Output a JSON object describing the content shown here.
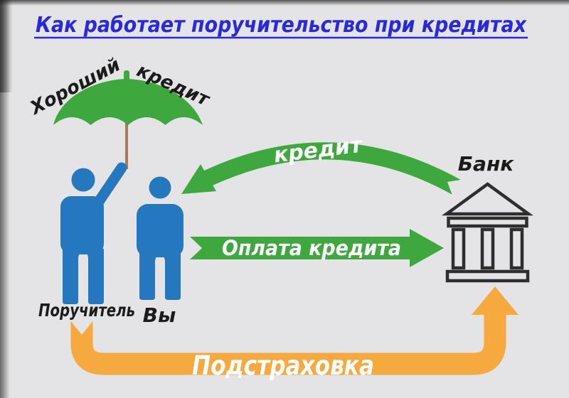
{
  "page": {
    "background": "#e4e4e6"
  },
  "title": {
    "text": "Как работает поручительство при кредитах",
    "color": "#2828dc"
  },
  "colors": {
    "green": "#3ea83e",
    "orange": "#f5a93f",
    "figure_blue": "#2577be",
    "title_blue": "#2828dc",
    "bank_outline": "#2e2e2e",
    "umbrella_pole": "#a5795a",
    "label_black": "#1b1b1b",
    "arrow_text_white": "#ffffff",
    "background": "#e4e4e6"
  },
  "umbrella": {
    "label_left": "Хороший",
    "label_right": "кредит"
  },
  "figures": {
    "guarantor_label": "Поручитель",
    "you_label": "Вы"
  },
  "bank": {
    "label": "Банк"
  },
  "arrows": {
    "credit": {
      "label": "кредит",
      "direction": "bank-to-you"
    },
    "payment": {
      "label": "Оплата кредита",
      "direction": "you-to-bank"
    },
    "backup": {
      "label": "Подстраховка",
      "direction": "guarantor-to-bank"
    }
  }
}
